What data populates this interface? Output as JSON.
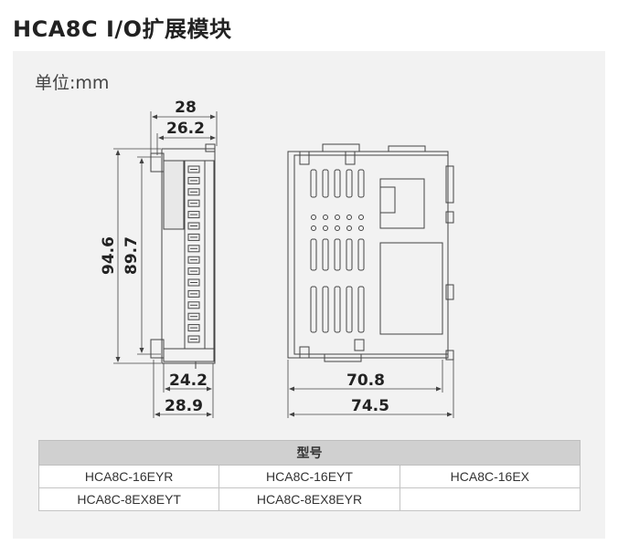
{
  "title": "HCA8C I/O扩展模块",
  "unit_label": "单位:mm",
  "dimensions": {
    "top_width": "28",
    "top_inner_width": "26.2",
    "total_height": "94.6",
    "inner_height": "89.7",
    "bottom_inner_width": "24.2",
    "bottom_width": "28.9",
    "depth_inner": "70.8",
    "depth_total": "74.5"
  },
  "table": {
    "header": "型号",
    "rows": [
      [
        "HCA8C-16EYR",
        "HCA8C-16EYT",
        "HCA8C-16EX"
      ],
      [
        "HCA8C-8EX8EYT",
        "HCA8C-8EX8EYR",
        ""
      ]
    ]
  }
}
